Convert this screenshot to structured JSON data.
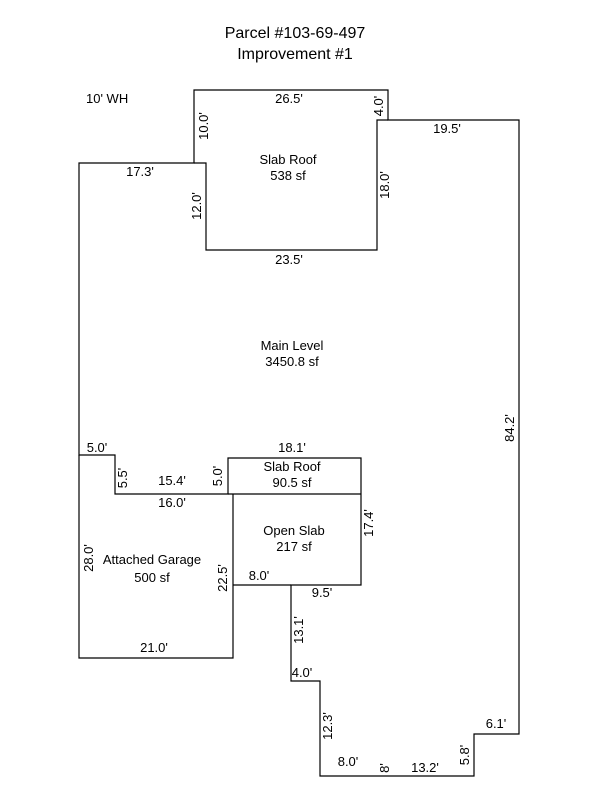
{
  "title": {
    "line1": "Parcel #103-69-497",
    "line2": "Improvement #1"
  },
  "notes": {
    "water_heater": "10' WH"
  },
  "areas": {
    "slab_roof_top": {
      "name": "Slab Roof",
      "area": "538 sf"
    },
    "main_level": {
      "name": "Main Level",
      "area": "3450.8 sf"
    },
    "slab_roof_small": {
      "name": "Slab Roof",
      "area": "90.5 sf"
    },
    "open_slab": {
      "name": "Open Slab",
      "area": "217 sf"
    },
    "garage": {
      "name": "Attached Garage",
      "area": "500 sf"
    }
  },
  "dimensions": {
    "d26_5": "26.5'",
    "d4_0_top": "4.0'",
    "d10_0": "10.0'",
    "d19_5": "19.5'",
    "d17_3": "17.3'",
    "d12_0": "12.0'",
    "d18_0": "18.0'",
    "d23_5": "23.5'",
    "d84_2": "84.2'",
    "d5_0_left": "5.0'",
    "d18_1": "18.1'",
    "d5_5": "5.5'",
    "d15_4": "15.4'",
    "d5_0_mid": "5.0'",
    "d16_0": "16.0'",
    "d17_4": "17.4'",
    "d28_0": "28.0'",
    "d22_5": "22.5'",
    "d8_0_mid": "8.0'",
    "d9_5": "9.5'",
    "d21_0": "21.0'",
    "d13_1": "13.1'",
    "d4_0_low": "4.0'",
    "d12_3": "12.3'",
    "d6_1": "6.1'",
    "d5_8": "5.8'",
    "d8_0_low": "8.0'",
    "d8": "8'",
    "d13_2": "13.2'"
  }
}
